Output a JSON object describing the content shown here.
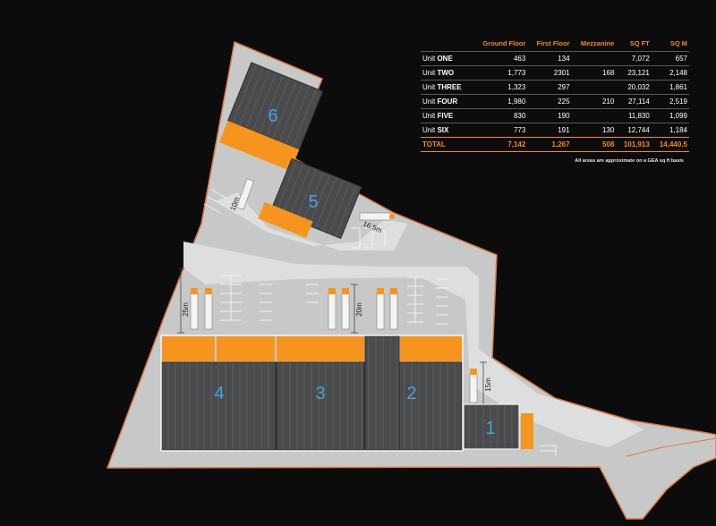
{
  "table": {
    "headers": [
      "",
      "Ground Floor",
      "First Floor",
      "Mezzanine",
      "SQ FT",
      "SQ M"
    ],
    "rows": [
      {
        "prefix": "Unit ",
        "name": "ONE",
        "ground": "463",
        "first": "134",
        "mezz": "",
        "sqft": "7,072",
        "sqm": "657"
      },
      {
        "prefix": "Unit ",
        "name": "TWO",
        "ground": "1,773",
        "first": "2301",
        "mezz": "168",
        "sqft": "23,121",
        "sqm": "2,148"
      },
      {
        "prefix": "Unit ",
        "name": "THREE",
        "ground": "1,323",
        "first": "297",
        "mezz": "",
        "sqft": "20,032",
        "sqm": "1,861"
      },
      {
        "prefix": "Unit ",
        "name": "FOUR",
        "ground": "1,980",
        "first": "225",
        "mezz": "210",
        "sqft": "27,114",
        "sqm": "2,519"
      },
      {
        "prefix": "Unit ",
        "name": "FIVE",
        "ground": "830",
        "first": "190",
        "mezz": "",
        "sqft": "11,830",
        "sqm": "1,099"
      },
      {
        "prefix": "Unit ",
        "name": "SIX",
        "ground": "773",
        "first": "191",
        "mezz": "130",
        "sqft": "12,744",
        "sqm": "1,184"
      }
    ],
    "total": {
      "label": "TOTAL",
      "ground": "7,142",
      "first": "1,267",
      "mezz": "508",
      "sqft": "101,913",
      "sqm": "14,440.5"
    }
  },
  "footnote": "All areas are approximate on a GEA sq ft basis",
  "units": {
    "one": "1",
    "two": "2",
    "three": "3",
    "four": "4",
    "five": "5",
    "six": "6"
  },
  "dimensions": {
    "d25": "25m",
    "d20": "20m",
    "d15": "15m",
    "d10": "10m",
    "d16": "16.5m"
  },
  "colors": {
    "background": "#0c0c0c",
    "site": "#c7c9c8",
    "site_border": "#e0783a",
    "building": "#4a4b4d",
    "office": "#f7941d",
    "unit_label": "#4aa3d9",
    "accent": "#f28c1c"
  }
}
